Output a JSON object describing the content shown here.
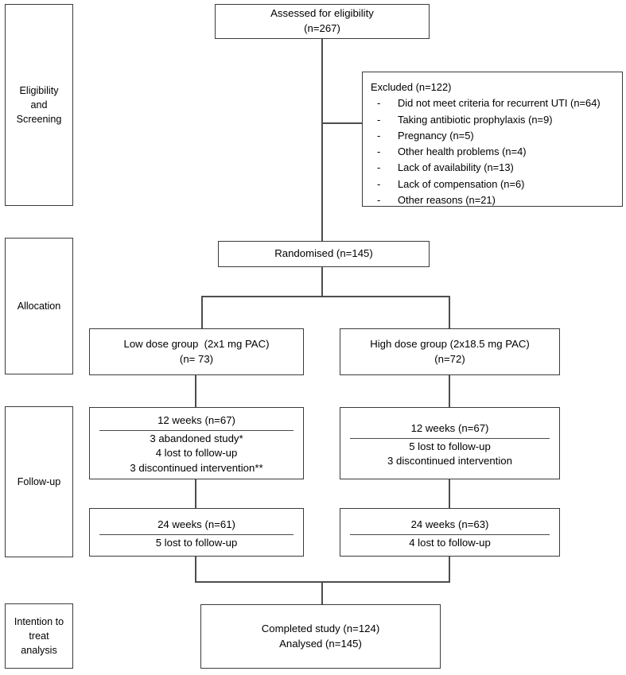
{
  "diagram": {
    "title": "CONSORT participant flow diagram",
    "line_color": "#4d4d4d",
    "border_color": "#3b3b3b",
    "background": "#ffffff"
  },
  "stages": [
    {
      "id": "eligibility",
      "lines": [
        "Eligibility",
        "and",
        "Screening"
      ]
    },
    {
      "id": "allocation",
      "lines": [
        "Allocation"
      ]
    },
    {
      "id": "followup",
      "lines": [
        "Follow-up"
      ]
    },
    {
      "id": "itt",
      "lines": [
        "Intention to",
        "treat",
        "analysis"
      ]
    }
  ],
  "nodes": {
    "assessed": {
      "lines": [
        "Assessed for eligibility",
        "(n=267)"
      ]
    },
    "excluded": {
      "heading": "Excluded (n=122)",
      "dash": "-",
      "items": [
        "Did not meet criteria for recurrent UTI (n=64)",
        "Taking antibiotic prophylaxis (n=9)",
        "Pregnancy (n=5)",
        "Other health problems (n=4)",
        "Lack of availability (n=13)",
        "Lack of compensation (n=6)",
        "Other reasons (n=21)"
      ]
    },
    "randomised": {
      "lines": [
        "Randomised (n=145)"
      ]
    },
    "low_dose_group": {
      "lines": [
        "Low dose group  (2x1 mg PAC)",
        "(n= 73)"
      ]
    },
    "high_dose_group": {
      "lines": [
        "High dose group (2x18.5 mg PAC)",
        "(n=72)"
      ]
    },
    "low_12w": {
      "heading": "12 weeks (n=67)",
      "items": [
        "3 abandoned study*",
        "4 lost to follow-up",
        "3 discontinued intervention**"
      ]
    },
    "high_12w": {
      "heading": "12 weeks (n=67)",
      "items": [
        "5 lost to follow-up",
        "3 discontinued intervention"
      ]
    },
    "low_24w": {
      "heading": "24 weeks (n=61)",
      "items": [
        "5 lost to follow-up"
      ]
    },
    "high_24w": {
      "heading": "24 weeks (n=63)",
      "items": [
        "4 lost to follow-up"
      ]
    },
    "completed": {
      "lines": [
        "Completed study (n=124)",
        "Analysed (n=145)"
      ]
    }
  }
}
